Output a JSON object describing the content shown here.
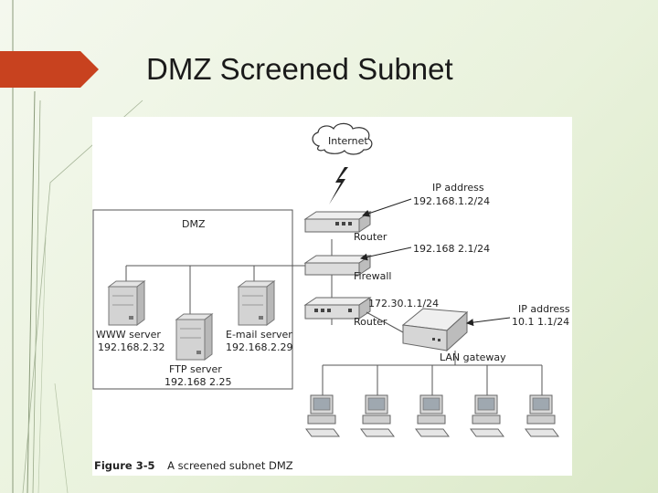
{
  "slide": {
    "title": "DMZ Screened Subnet",
    "accent_color": "#c8421f"
  },
  "figure": {
    "caption": {
      "number": "Figure 3-5",
      "text": "A screened subnet DMZ"
    },
    "cloud_label": "Internet",
    "zone_label": "DMZ",
    "devices": {
      "router_top": "Router",
      "firewall": "Firewall",
      "router_bottom": "Router",
      "lan_gateway": "LAN gateway"
    },
    "addresses": {
      "router_top_heading": "IP address",
      "router_top_ip": "192.168.1.2/24",
      "firewall_ip": "192.168 2.1/24",
      "router_bottom_ip": "172.30.1.1/24",
      "gateway_heading": "IP address",
      "gateway_ip": "10.1 1.1/24"
    },
    "servers": {
      "www_name": "WWW server",
      "www_ip": "192.168.2.32",
      "ftp_name": "FTP server",
      "ftp_ip": "192.168 2.25",
      "email_name": "E-mail server",
      "email_ip": "192.168.2.29"
    },
    "workstation_count": 5
  }
}
